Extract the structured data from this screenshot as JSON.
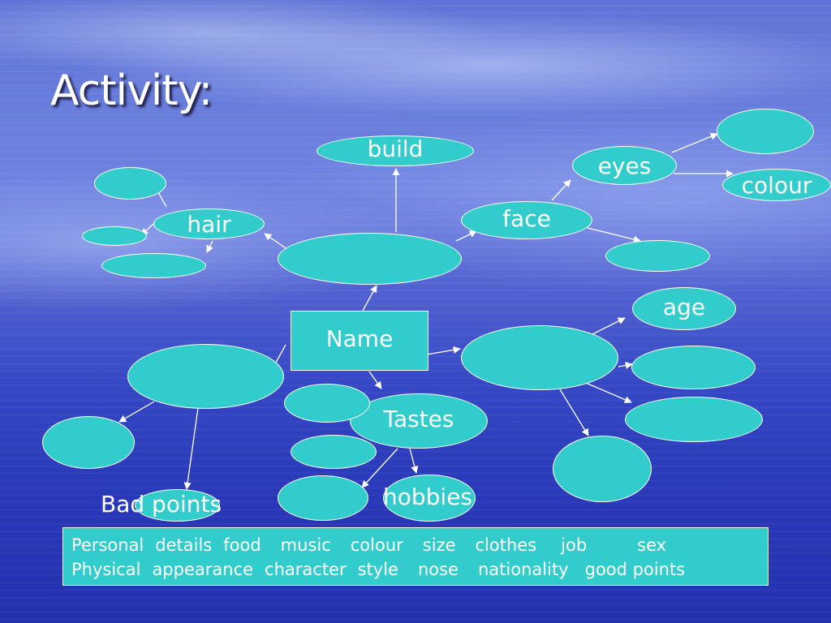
{
  "title": "Activity:",
  "nodes": {
    "build": "build",
    "eyes": "eyes",
    "colour": "colour",
    "hair": "hair",
    "face": "face",
    "name": "Name",
    "age": "age",
    "tastes": "Tastes",
    "hobbies": "hobbies",
    "bad_points": "Bad points"
  },
  "word_bank": {
    "line1": [
      "Personal",
      "details",
      "food",
      "music",
      "colour",
      "size",
      "clothes",
      "job",
      "sex"
    ],
    "line2": [
      "Physical",
      "appearance",
      "character",
      "style",
      "nose",
      "nationality",
      "good points"
    ]
  },
  "colors": {
    "node_fill": "#33cccc",
    "node_border": "#ffffff",
    "text": "#ffffff",
    "arrow": "#ffffff"
  }
}
